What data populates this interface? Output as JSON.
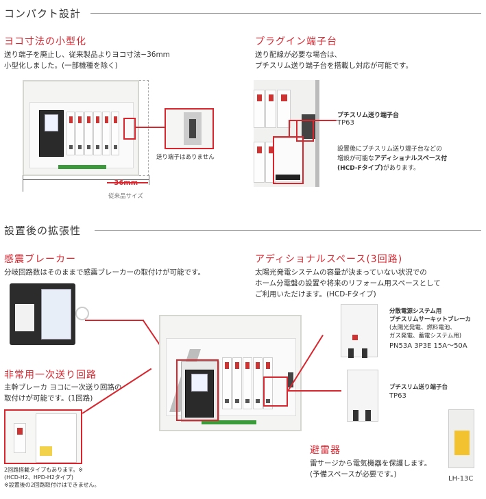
{
  "section1": {
    "title": "コンパクト設計"
  },
  "compact": {
    "heading": "ヨコ寸法の小型化",
    "desc_line1": "送り端子を廃止し、従来製品よりヨコ寸法−36mm",
    "desc_line2": "小型化しました。(一部機種を除く)",
    "callout_note": "送り端子はありません",
    "dimension": "−36mm",
    "conventional_size": "従来品サイズ"
  },
  "plugin": {
    "heading": "プラグイン端子台",
    "desc_line1": "送り配線が必要な場合は、",
    "desc_line2": "プチスリム送り端子台を搭載し対応が可能です。",
    "product_name": "プチスリム送り端子台",
    "product_code": "TP63",
    "note_line1": "設置後にプチスリム送り端子台などの",
    "note_line2_prefix": "増設が可能な",
    "note_line2_bold": "アディショナルスペース付",
    "note_line3_bold": "(HCD-Fタイプ)",
    "note_line3_suffix": "があります。"
  },
  "section2": {
    "title": "設置後の拡張性"
  },
  "seismic": {
    "heading": "感震ブレーカー",
    "desc": "分岐回路数はそのままで感震ブレーカーの取付けが可能です。"
  },
  "emergency": {
    "heading": "非常用一次送り回路",
    "desc_line1": "主幹ブレーカ ヨコに一次送り回路の",
    "desc_line2": "取付けが可能です。(1回路)",
    "note_line1": "2回路搭載タイプもあります。※",
    "note_line2": "(HCD-H2、HPD-H2タイプ)",
    "note_line3": "※設置後の2回路取付けはできません。"
  },
  "additional": {
    "heading": "アディショナルスペース(3回路)",
    "desc_line1": "太陽光発電システムの容量が決まっていない状況での",
    "desc_line2": "ホーム分電盤の設置や将来のリフォーム用スペースとして",
    "desc_line3": "ご利用いただけます。(HCD-Fタイプ)",
    "product1_line1": "分散電源システム用",
    "product1_line2": "プチスリムサーキットブレーカ",
    "product1_line3": "(太陽光発電、燃料電池、",
    "product1_line4": "ガス発電、蓄電システム用)",
    "product1_code": "PN53A 3P3E 15A〜50A",
    "product2_name": "プチスリム送り端子台",
    "product2_code": "TP63"
  },
  "surge": {
    "heading": "避雷器",
    "desc_line1": "雷サージから電気機器を保護します。",
    "desc_line2": "(予備スペースが必要です。)",
    "product_code": "LH-13C"
  },
  "colors": {
    "accent": "#d8262f",
    "text": "#333333",
    "rule": "#999999"
  }
}
